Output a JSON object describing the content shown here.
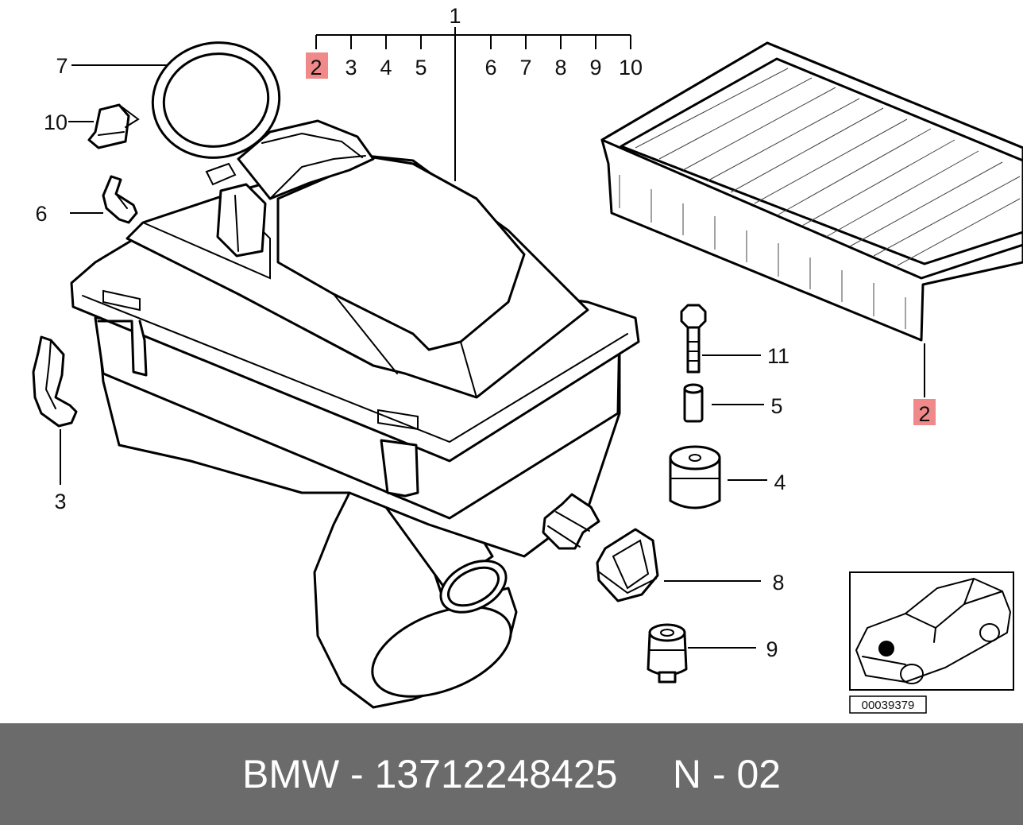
{
  "diagram": {
    "top_header_label": "1",
    "header_labels": [
      "2",
      "3",
      "4",
      "5",
      "6",
      "7",
      "8",
      "9",
      "10"
    ],
    "highlight_color": "#f08a8a",
    "callouts": {
      "seal_ring": "7",
      "clip_upper": "10",
      "clip_small": "6",
      "clip_long": "3",
      "bolt": "11",
      "sleeve": "5",
      "rubber_mount": "4",
      "grommet": "8",
      "buffer": "9",
      "filter_element": "2"
    },
    "inset_code": "00039379"
  },
  "footer": {
    "text": "BMW - 13712248425     N - 02",
    "background": "#6b6b6b"
  }
}
